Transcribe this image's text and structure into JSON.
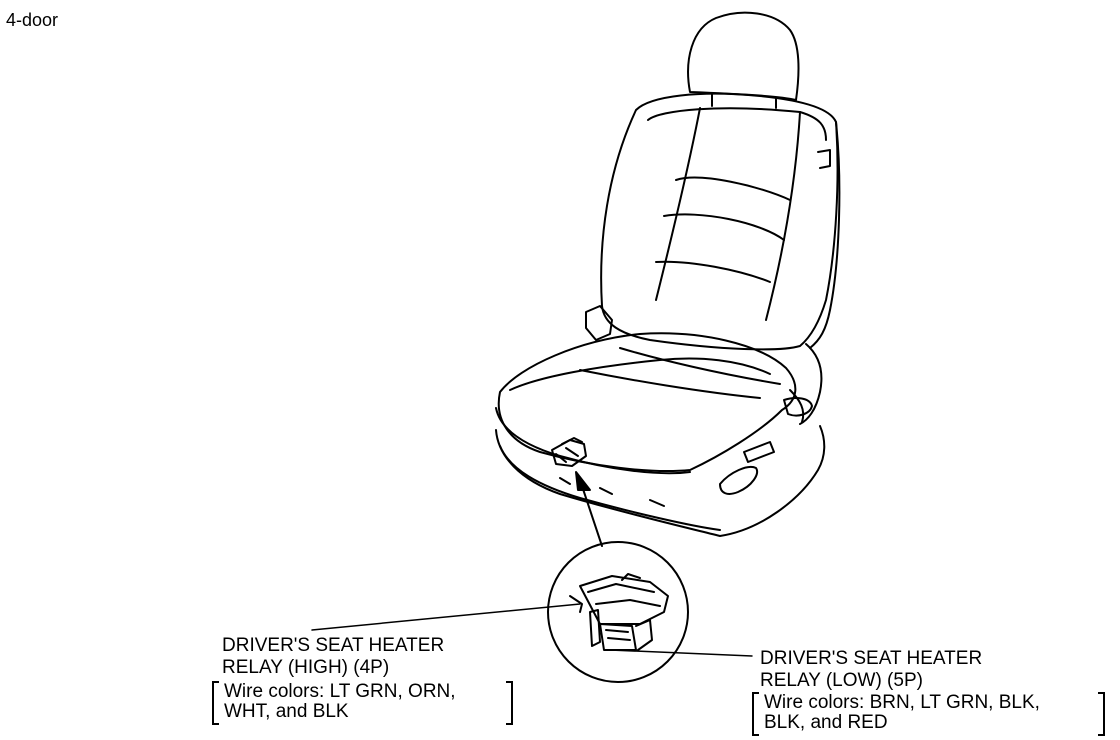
{
  "variant_label": "4-door",
  "callouts": {
    "high_relay": {
      "title_line1": "DRIVER'S SEAT HEATER",
      "title_line2": "RELAY (HIGH) (4P)",
      "wire_line1": "Wire colors: LT GRN, ORN,",
      "wire_line2": "WHT, and BLK"
    },
    "low_relay": {
      "title_line1": "DRIVER'S SEAT HEATER",
      "title_line2": "RELAY (LOW) (5P)",
      "wire_line1": "Wire colors: BRN, LT GRN, BLK,",
      "wire_line2": "BLK, and RED"
    }
  },
  "icons": {
    "seat": "car-seat-icon",
    "zoom": "magnified-connector-detail"
  }
}
